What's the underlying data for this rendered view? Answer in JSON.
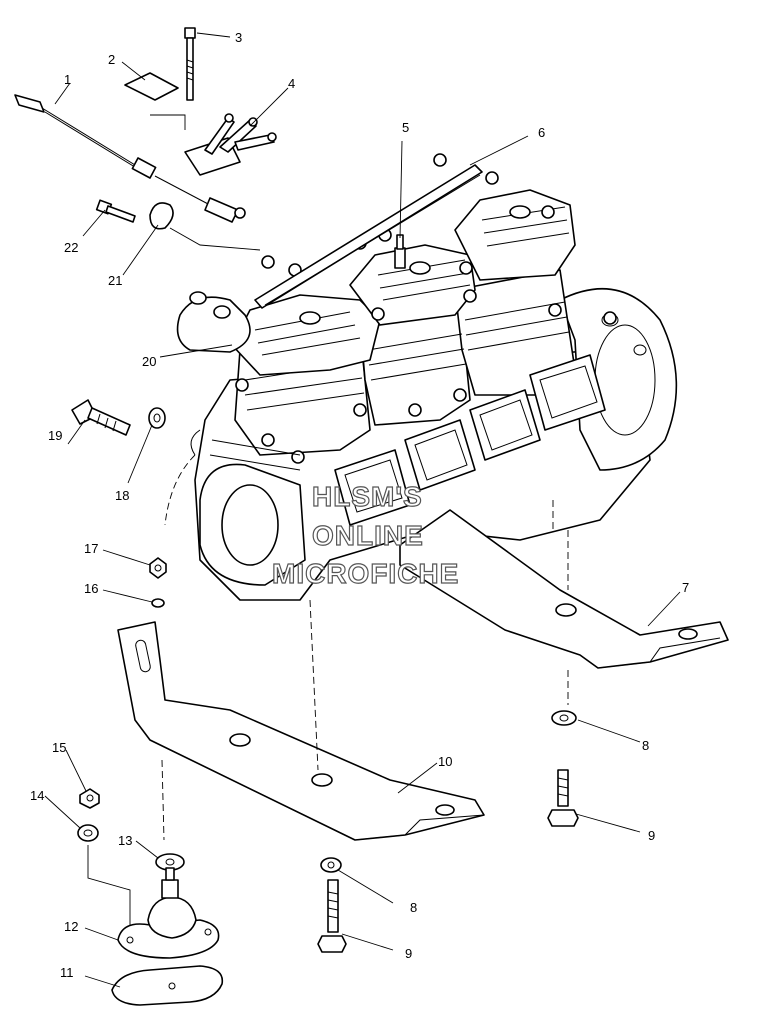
{
  "watermark": {
    "line1": "HLSM'S",
    "line2": "ONLINE",
    "line3": "MICROFICHE"
  },
  "callouts": [
    {
      "id": "c1",
      "label": "1"
    },
    {
      "id": "c2",
      "label": "2"
    },
    {
      "id": "c3",
      "label": "3"
    },
    {
      "id": "c4",
      "label": "4"
    },
    {
      "id": "c5",
      "label": "5"
    },
    {
      "id": "c6",
      "label": "6"
    },
    {
      "id": "c7",
      "label": "7"
    },
    {
      "id": "c8a",
      "label": "8"
    },
    {
      "id": "c8b",
      "label": "8"
    },
    {
      "id": "c9a",
      "label": "9"
    },
    {
      "id": "c9b",
      "label": "9"
    },
    {
      "id": "c10",
      "label": "10"
    },
    {
      "id": "c11",
      "label": "11"
    },
    {
      "id": "c12",
      "label": "12"
    },
    {
      "id": "c13",
      "label": "13"
    },
    {
      "id": "c14",
      "label": "14"
    },
    {
      "id": "c15",
      "label": "15"
    },
    {
      "id": "c16",
      "label": "16"
    },
    {
      "id": "c17",
      "label": "17"
    },
    {
      "id": "c18",
      "label": "18"
    },
    {
      "id": "c19",
      "label": "19"
    },
    {
      "id": "c20",
      "label": "20"
    },
    {
      "id": "c21",
      "label": "21"
    },
    {
      "id": "c22",
      "label": "22"
    }
  ]
}
